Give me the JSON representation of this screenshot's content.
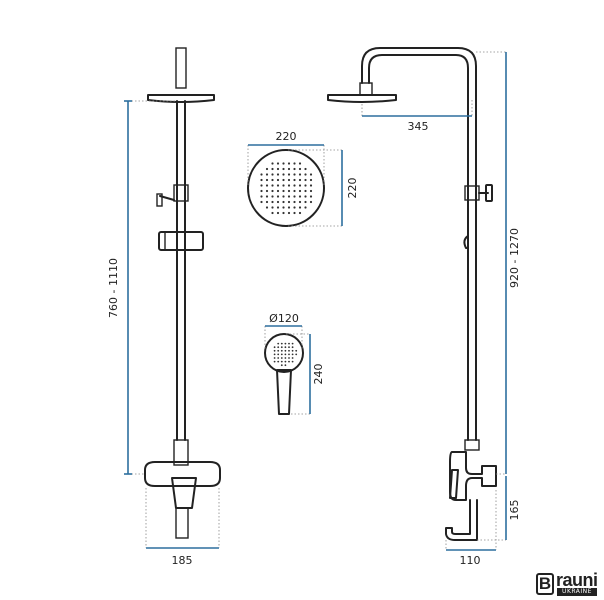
{
  "colors": {
    "outline": "#222222",
    "dimension": "#2d6f9e"
  },
  "dimensions": {
    "rail_height": "760 - 1110",
    "total_height": "920 - 1270",
    "arm_length": "345",
    "overhead_width": "220",
    "overhead_height": "220",
    "hand_diameter": "Ø120",
    "hand_length": "240",
    "mixer_width": "185",
    "spout_length": "110",
    "spout_height": "165"
  },
  "brand": {
    "initial": "B",
    "name": "rauni",
    "subtitle": "UKRAINE"
  }
}
